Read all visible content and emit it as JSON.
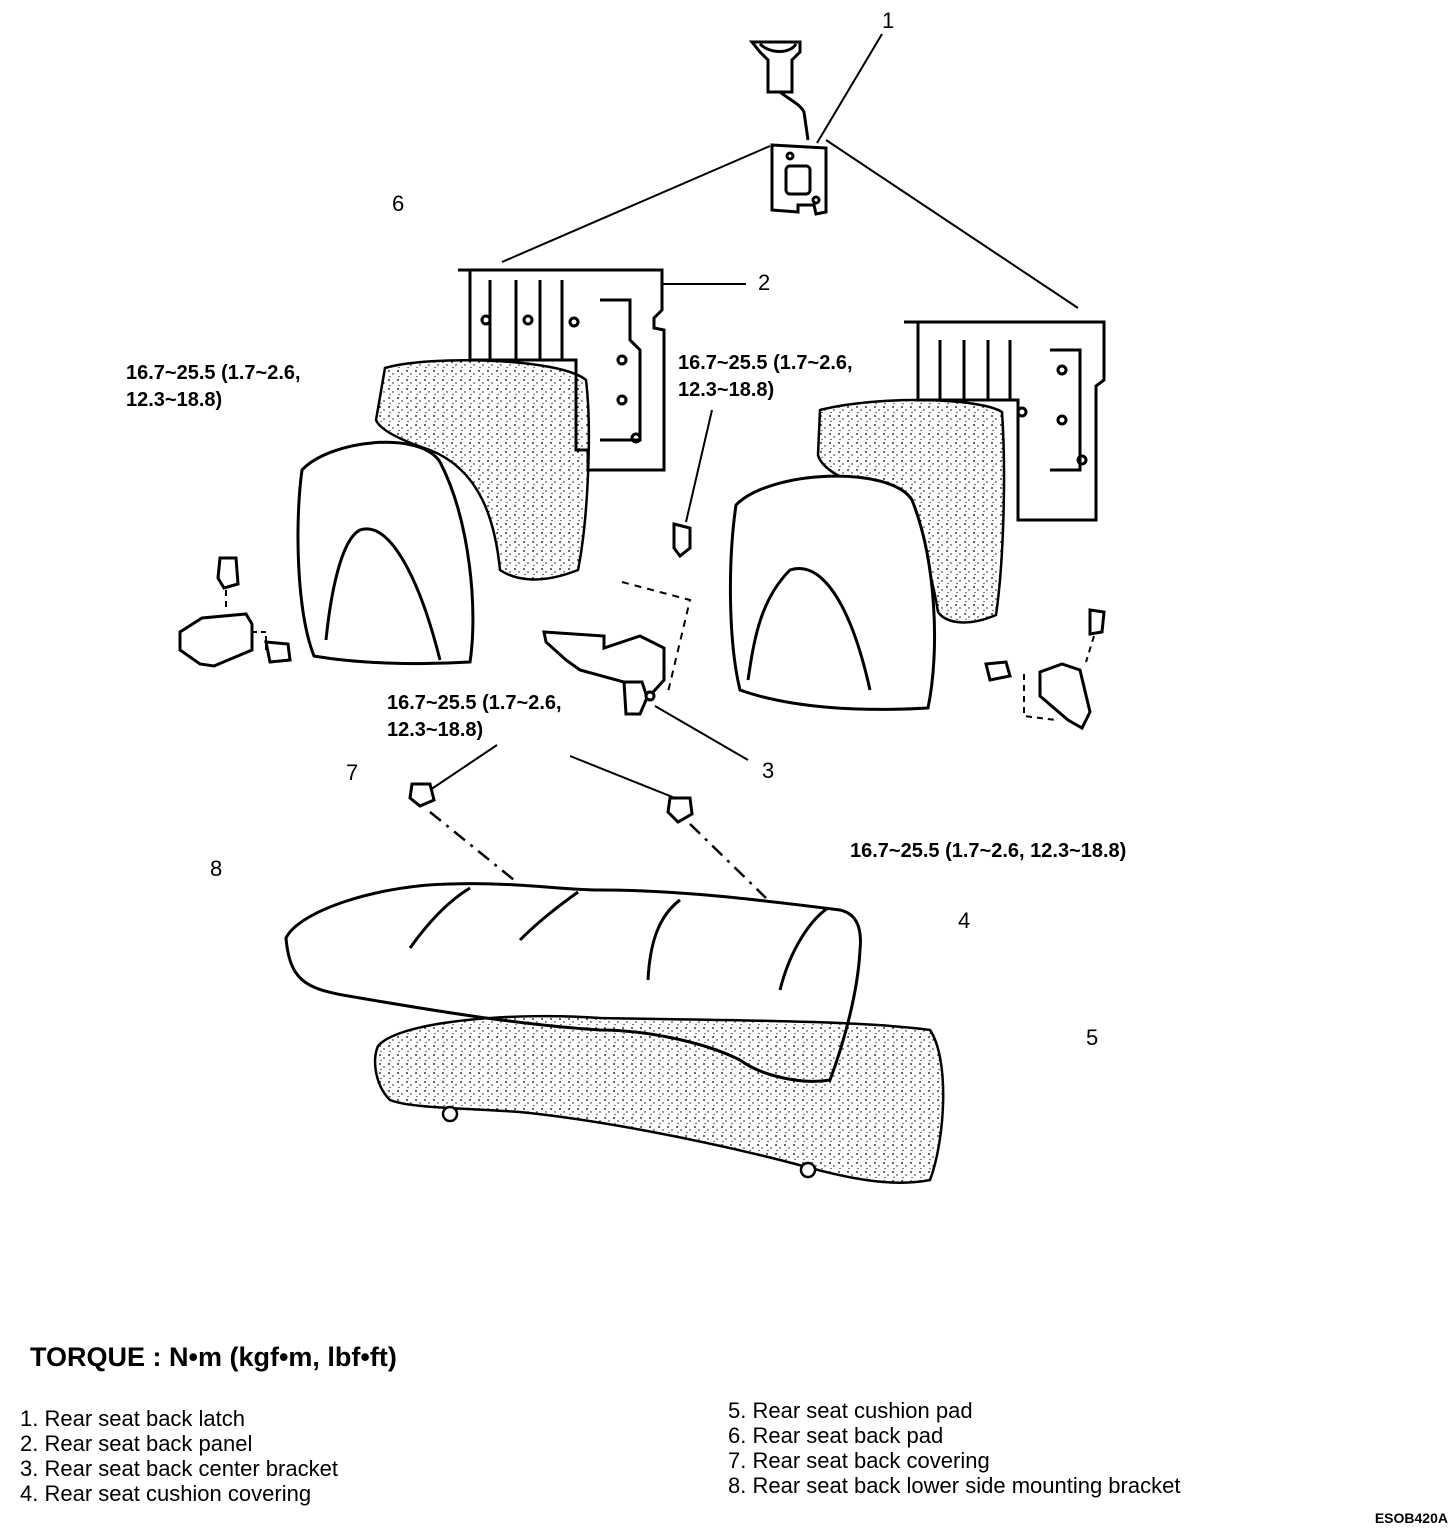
{
  "callouts": {
    "c1": "1",
    "c2": "2",
    "c3": "3",
    "c4": "4",
    "c5": "5",
    "c6": "6",
    "c7": "7",
    "c8": "8"
  },
  "torque_specs": {
    "t1_line1": "16.7~25.5 (1.7~2.6,",
    "t1_line2": "12.3~18.8)",
    "t2_line1": "16.7~25.5 (1.7~2.6,",
    "t2_line2": "12.3~18.8)",
    "t3_line1": "16.7~25.5 (1.7~2.6,",
    "t3_line2": "12.3~18.8)",
    "t4": "16.7~25.5 (1.7~2.6, 12.3~18.8)"
  },
  "torque_heading": "TORQUE : N•m (kgf•m, lbf•ft)",
  "legend": {
    "left": [
      "1. Rear seat back latch",
      "2. Rear seat back panel",
      "3. Rear seat back center bracket",
      "4. Rear seat cushion covering"
    ],
    "right": [
      "5. Rear seat cushion pad",
      "6. Rear seat back pad",
      "7. Rear seat back covering",
      "8. Rear seat back lower side mounting bracket"
    ]
  },
  "figure_code": "ESOB420A"
}
